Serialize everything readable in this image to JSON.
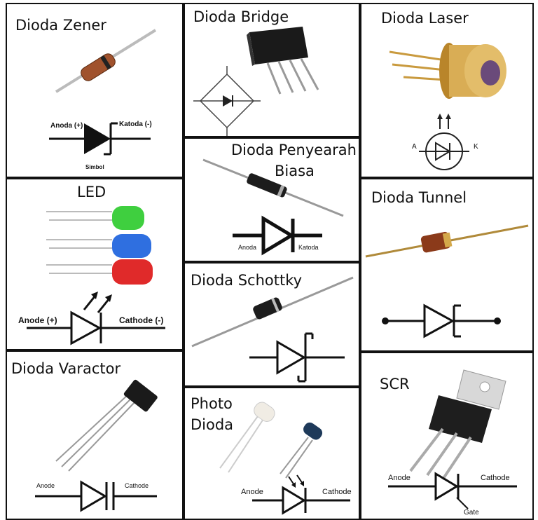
{
  "cells": {
    "zener": {
      "title": "Dioda Zener",
      "anode": "Anoda (+)",
      "cathode": "Katoda (-)",
      "caption": "Simbol"
    },
    "bridge": {
      "title": "Dioda Bridge"
    },
    "laser": {
      "title": "Dioda Laser",
      "a": "A",
      "k": "K"
    },
    "rectifier": {
      "title_line1": "Dioda Penyearah",
      "title_line2": "Biasa",
      "anode": "Anoda",
      "cathode": "Katoda"
    },
    "led": {
      "title": "LED",
      "anode": "Anode (+)",
      "cathode": "Cathode (-)"
    },
    "tunnel": {
      "title": "Dioda Tunnel"
    },
    "schottky": {
      "title": "Dioda Schottky"
    },
    "varactor": {
      "title": "Dioda Varactor",
      "anode": "Anode",
      "cathode": "Cathode"
    },
    "photo": {
      "title_line1": "Photo",
      "title_line2": "Dioda",
      "anode": "Anode",
      "cathode": "Cathode"
    },
    "scr": {
      "title": "SCR",
      "anode": "Anode",
      "cathode": "Cathode",
      "gate": "Gate"
    }
  },
  "colors": {
    "border": "#111111",
    "zener_body": "#a0522d",
    "led_green": "#3fcf3f",
    "led_blue": "#2f6fe0",
    "led_red": "#e02a2a",
    "laser_gold": "#c99a3e",
    "tunnel_body": "#8b3a1a"
  }
}
